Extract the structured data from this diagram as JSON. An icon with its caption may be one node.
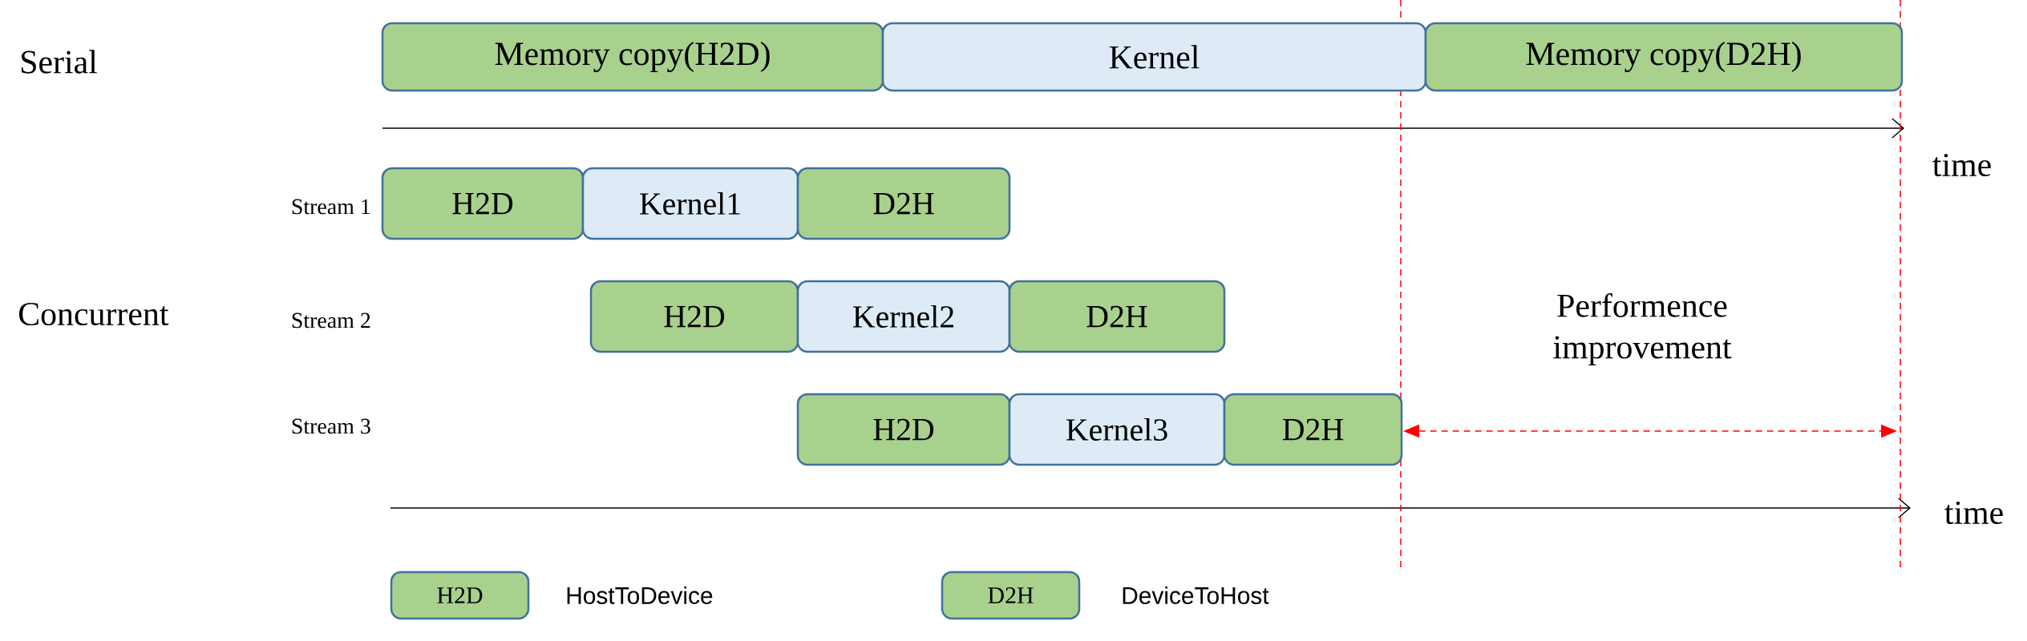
{
  "diagram": {
    "nodes": [
      {
        "text": [
          "Memory copy(H2D)"
        ]
      },
      {
        "text": [
          "Kernel"
        ]
      },
      {
        "text": [
          "Memory copy(D2H)"
        ]
      },
      {
        "text": [
          "H2D"
        ]
      },
      {
        "text": [
          "Kernel1"
        ]
      },
      {
        "text": [
          "D2H"
        ]
      },
      {
        "text": [
          "H2D"
        ]
      },
      {
        "text": [
          "Kernel2"
        ]
      },
      {
        "text": [
          "D2H"
        ]
      },
      {
        "text": [
          "H2D"
        ]
      },
      {
        "text": [
          "Kernel3"
        ]
      },
      {
        "text": [
          "D2H"
        ]
      },
      {
        "text": [
          "H2D"
        ],
        "beside": [
          "HostToDevice"
        ]
      },
      {
        "text": [
          "D2H"
        ],
        "beside": [
          "DeviceToHost"
        ]
      }
    ],
    "edges": [],
    "labels": [
      "Serial",
      "time",
      "Stream 1",
      "Concurrent",
      "Stream 2",
      "Performence improvement",
      "Stream 3",
      "time"
    ]
  }
}
